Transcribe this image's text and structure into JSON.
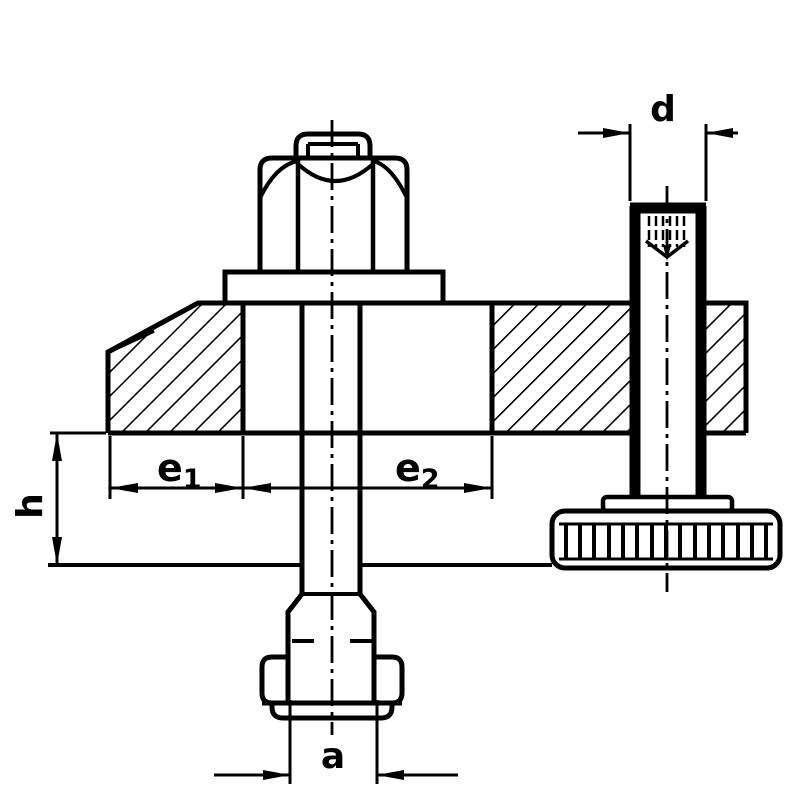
{
  "drawing": {
    "kind": "technical-section-drawing",
    "dimension_labels": {
      "d": "d",
      "e1_base": "e",
      "e1_sub": "1",
      "e2_base": "e",
      "e2_sub": "2",
      "h": "h",
      "a": "a"
    },
    "colors": {
      "ink": "#000000",
      "paper": "#ffffff"
    }
  }
}
